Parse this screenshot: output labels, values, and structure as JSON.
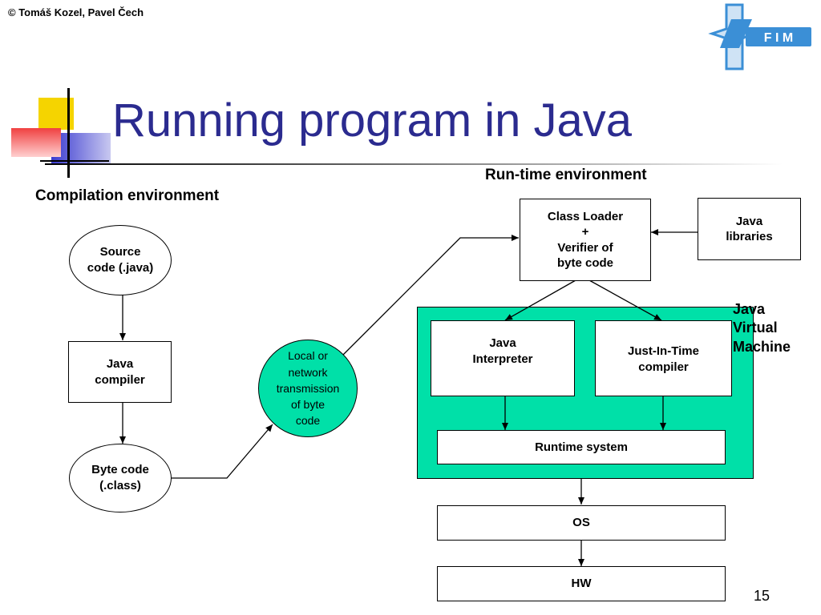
{
  "copyright": "© Tomáš Kozel, Pavel Čech",
  "logo_text": "F I M",
  "title": "Running program in Java",
  "labels": {
    "compilation_env": "Compilation environment",
    "runtime_env": "Run-time environment",
    "jvm": "Java\nVirtual\nMachine"
  },
  "nodes": {
    "source": "Source\ncode (.java)",
    "compiler": "Java\ncompiler",
    "bytecode": "Byte code\n(.class)",
    "transmission": "Local or\nnetwork\ntransmission\nof byte\ncode",
    "class_loader": "Class Loader\n+\nVerifier of\nbyte code",
    "java_libraries": "Java\nlibraries",
    "interpreter": "Java\nInterpreter",
    "jit": "Just-In-Time\ncompiler",
    "runtime_system": "Runtime system",
    "os": "OS",
    "hw": "HW"
  },
  "page_number": "15",
  "colors": {
    "title": "#2b2b8f",
    "jvm_fill": "#00e0a8",
    "logo_blue": "#3b8fd6",
    "deco_yellow": "#f5d400",
    "deco_blue": "#4a4ad8",
    "deco_red": "#f04040"
  }
}
